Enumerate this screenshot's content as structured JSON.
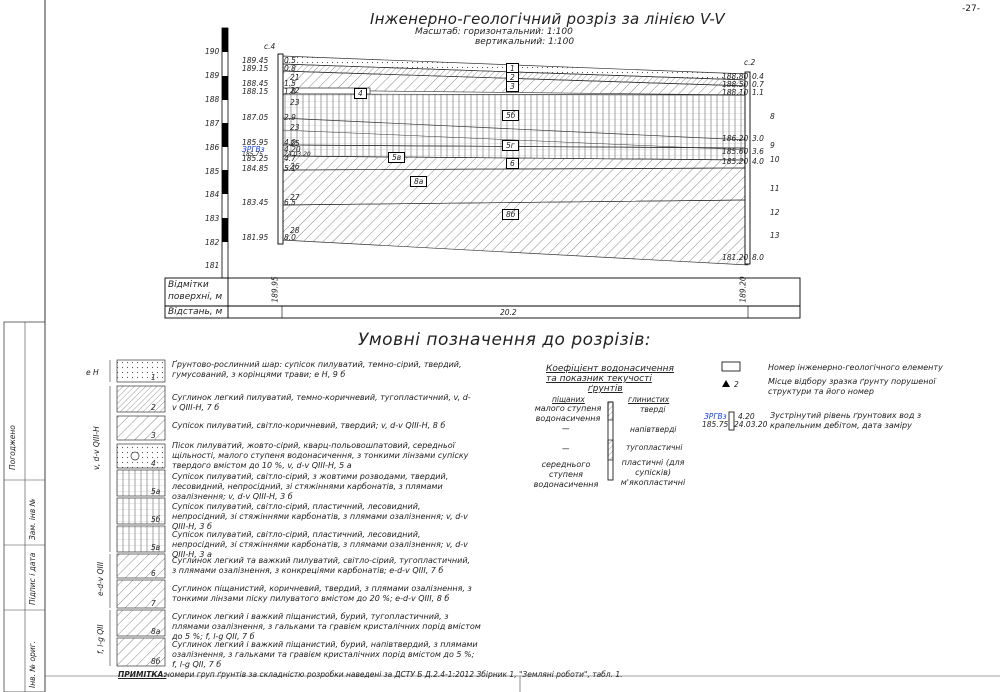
{
  "page_number": "-27-",
  "section": {
    "title": "Інженерно-геологічний розріз за лінією V-V",
    "scale_line1": "Масштаб: горизонтальний: 1:100",
    "scale_line2": "вертикальний: 1:100",
    "well_left": "с.4",
    "well_right": "с.2",
    "y_ticks": [
      "190",
      "189",
      "188",
      "187",
      "186",
      "185",
      "184",
      "183",
      "182",
      "181"
    ],
    "row_surface_label_1": "Відмітки",
    "row_surface_label_2": "поверхні, м",
    "row_distance_label": "Відстань, м",
    "surface_left": "189.95",
    "surface_right": "189.20",
    "distance": "20.2",
    "left_elevations": [
      "189.45",
      "189.15",
      "188.45",
      "188.15",
      "187.05",
      "185.95",
      "185.25",
      "184.85",
      "183.45",
      "181.95"
    ],
    "left_depths": [
      "0.5",
      "0.8",
      "1.5",
      "1.8",
      "2.9",
      "4.0",
      "4.7",
      "5.1",
      "6.5",
      "8.0"
    ],
    "right_elevations": [
      "188.80",
      "188.50",
      "188.10",
      "186.20",
      "185.60",
      "185.20",
      "181.20"
    ],
    "right_depths": [
      "0.4",
      "0.7",
      "1.1",
      "3.0",
      "3.6",
      "4.0",
      "8.0"
    ],
    "sample_numbers_left": [
      "21",
      "22",
      "23",
      "23",
      "25",
      "26",
      "27",
      "28"
    ],
    "sample_numbers_right": [
      "8",
      "9",
      "10",
      "11",
      "12",
      "13"
    ],
    "element_labels": [
      "1",
      "2",
      "3",
      "4",
      "5б",
      "5г",
      "6",
      "5в",
      "8а",
      "8б"
    ],
    "gw_left_label": "ЗРГВз",
    "gw_left_value": "4.20",
    "gw_left_elev": "185.75",
    "gw_left_date": "24.03.20"
  },
  "legend": {
    "title": "Умовні позначення до розрізів:",
    "items": [
      {
        "code": "e H",
        "num": "1",
        "text": "Ґрунтово-рослинний шар: супісок пилуватий, темно-сірий, твердий, гумусований, з корінцями трави; e H, 9 б"
      },
      {
        "code": "",
        "num": "2",
        "text": "Суглинок легкий пилуватий, темно-коричневий, тугопластичний, v, d-v QIII-H, 7 б"
      },
      {
        "code": "",
        "num": "3",
        "text": "Супісок пилуватий, світло-коричневий, твердий; v, d-v QIII-H, 8 б"
      },
      {
        "code": "",
        "num": "4",
        "text": "Пісок пилуватий, жовто-сірий, кварц-польовошпатовий, середньої щільності, малого ступеня водонасичення, з тонкими лінзами супіску твердого вмістом до 10 %, v, d-v QIII-H, 5 а"
      },
      {
        "code": "v, d-v QIII-H",
        "num": "5а",
        "text": "Супісок пилуватий, світло-сірий, з жовтими розводами, твердий, лесовидний, непросідний, зі стяжіннями карбонатів, з плямами озалізнення; v, d-v QIII-H, 3 б"
      },
      {
        "code": "",
        "num": "5б",
        "text": "Супісок пилуватий, світло-сірий, пластичний, лесовидний, непросідний, зі стяжіннями карбонатів, з плямами озалізнення; v, d-v QIII-H, 3 б"
      },
      {
        "code": "",
        "num": "5в",
        "text": "Супісок пилуватий, світло-сірий, пластичний, лесовидний, непросідний, зі стяжіннями карбонатів, з плямами озалізнення; v, d-v QIII-H, 3 а"
      },
      {
        "code": "e-d-v QIII",
        "num": "6",
        "text": "Суглинок легкий та важкий пилуватий, світло-сірий, тугопластичний, з плямами озалізнення, з конкреціями карбонатів; e-d-v QIII, 7 б"
      },
      {
        "code": "",
        "num": "7",
        "text": "Суглинок піщанистий, коричневий, твердий, з плямами озалізнення, з тонкими лінзами піску пилуватого вмістом до 20 %; e-d-v QIII, 8 б"
      },
      {
        "code": "f, l-g QII",
        "num": "8а",
        "text": "Суглинок легкий і важкий піщанистий, бурий, тугопластичний, з плямами озалізнення, з гальками та гравієм кристалічних порід вмістом до 5 %; f, l-g QII, 7 б"
      },
      {
        "code": "",
        "num": "8б",
        "text": "Суглинок легкий і важкий піщанистий, бурий, напівтвердий, з плямами озалізнення, з гальками та гравієм кристалічних порід вмістом до 5 %; f, l-g QII, 7 б"
      }
    ],
    "note_label": "ПРИМІТКА:",
    "note_text": "номери груп ґрунтів за складністю розробки наведені за ДСТУ Б Д.2.4-1:2012 Збірник 1, \"Земляні роботи\", табл. 1.",
    "coef_title_1": "Коефіцієнт водонасичення",
    "coef_title_2": "та показник текучості",
    "coef_title_3": "ґрунтів",
    "coef_col_left": "піщаних",
    "coef_col_right": "глинистих",
    "coef_left_1": "малого ступеня водонасичення",
    "coef_left_2": "—",
    "coef_left_3": "—",
    "coef_left_4": "середнього ступеня водонасичення",
    "coef_right_1": "тверді",
    "coef_right_2": "напівтверді",
    "coef_right_3": "тугопластичні",
    "coef_right_4": "пластичні (для супісків) м'якопластичні",
    "sym_element": "Номер інженерно-геологічного елементу",
    "sym_sample_num": "2",
    "sym_sample": "Місце відбору зразка ґрунту порушеної структури та його номер",
    "sym_gw_label": "ЗРГВз",
    "sym_gw_val": "4.20",
    "sym_gw_elev": "185.75",
    "sym_gw_date": "24.03.20",
    "sym_gw": "Зустрінутий рівень ґрунтових вод з крапельним дебітом, дата заміру"
  },
  "stamp": {
    "labels": [
      "Погоджено",
      "Інв. № ориг.",
      "Підпис і дата",
      "Зам. інв №"
    ]
  }
}
